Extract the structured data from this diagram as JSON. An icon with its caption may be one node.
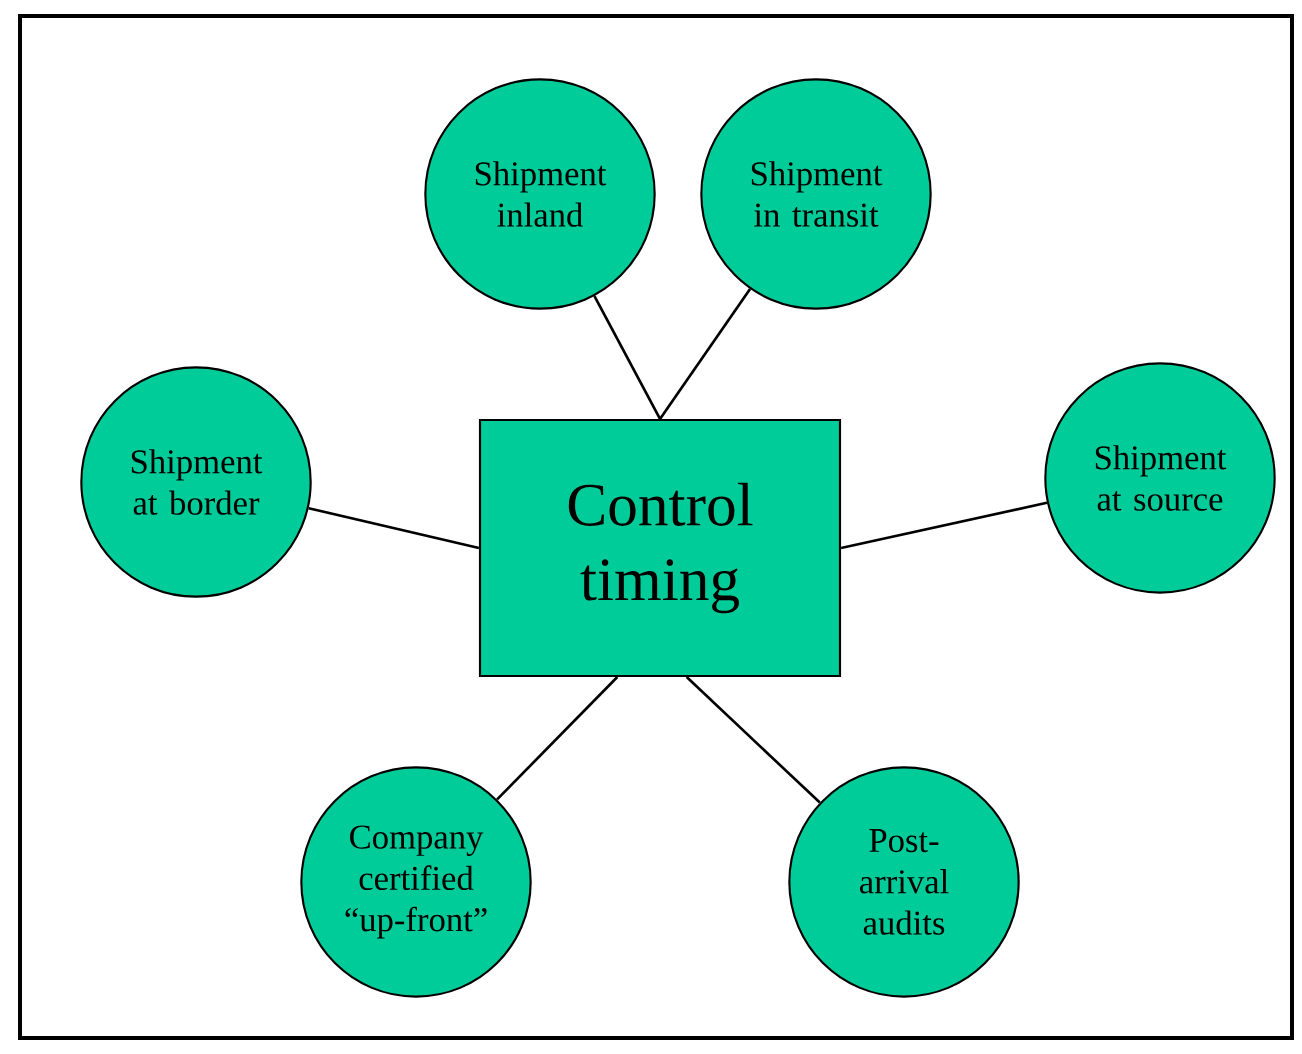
{
  "diagram": {
    "nodes": [
      {
        "text": [
          "Shipment inland"
        ]
      },
      {
        "text": [
          "Shipment in transit"
        ]
      },
      {
        "text": [
          "Shipment at border"
        ]
      },
      {
        "text": [
          "Control timing"
        ]
      },
      {
        "text": [
          "Shipment at source"
        ]
      },
      {
        "text": [
          "Company certified “up-front”"
        ]
      },
      {
        "text": [
          "Post- arrival audits"
        ]
      }
    ],
    "edges": [
      {
        "from": 3,
        "to": 0,
        "arrow": "none"
      },
      {
        "from": 3,
        "to": 1,
        "arrow": "none"
      },
      {
        "from": 3,
        "to": 2,
        "arrow": "none"
      },
      {
        "from": 3,
        "to": 4,
        "arrow": "none"
      },
      {
        "from": 3,
        "to": 5,
        "arrow": "none"
      },
      {
        "from": 3,
        "to": 6,
        "arrow": "none"
      }
    ]
  }
}
